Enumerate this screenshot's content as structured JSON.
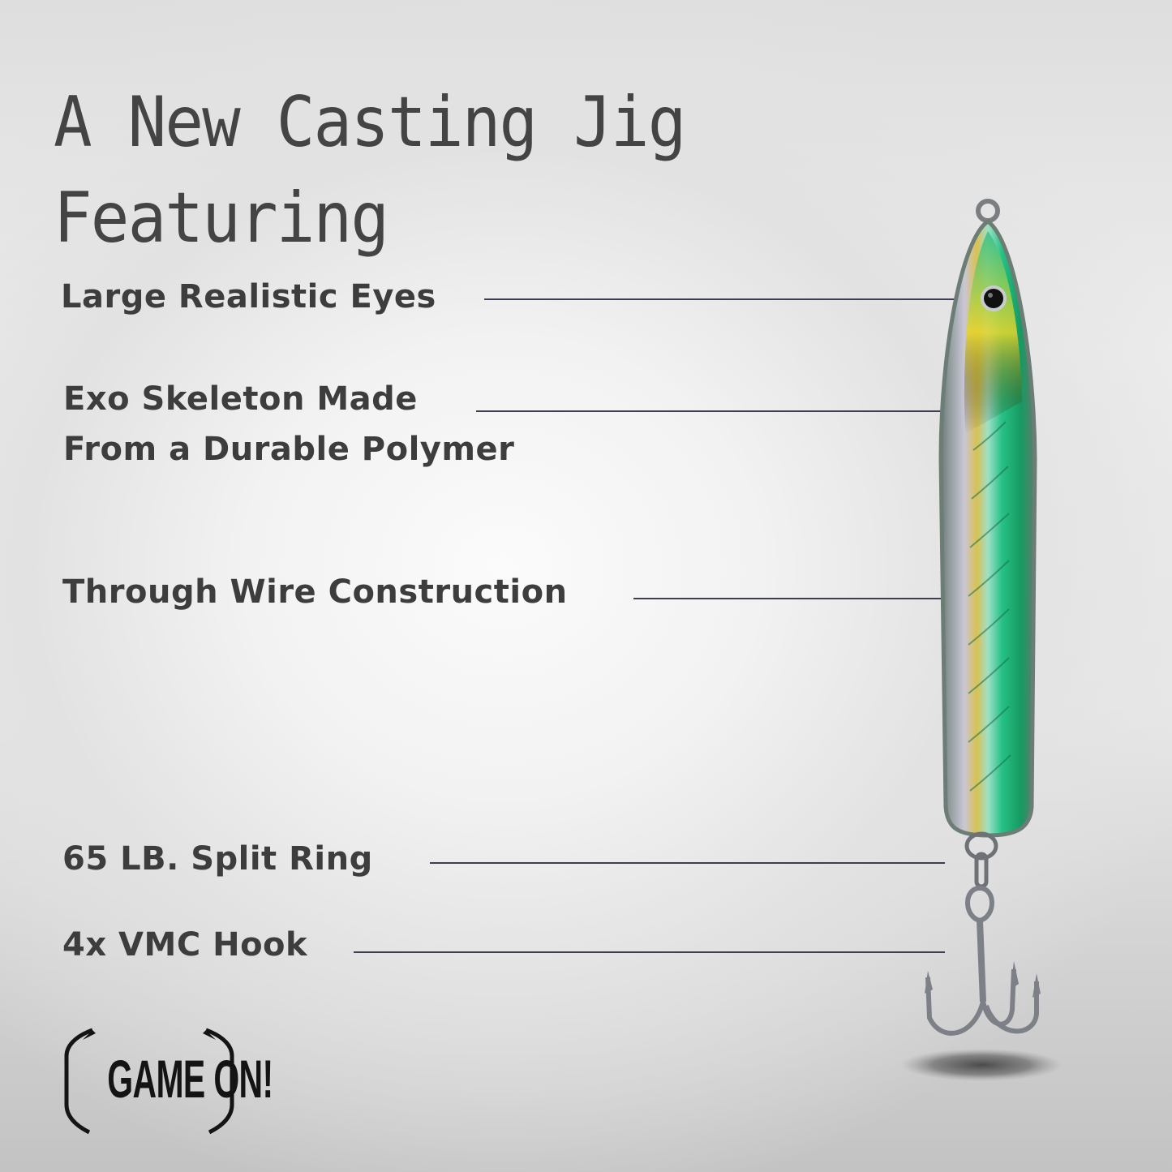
{
  "title": {
    "line1": "A New Casting Jig",
    "line2": "Featuring"
  },
  "features": [
    {
      "label_lines": [
        "Large Realistic Eyes"
      ],
      "target": "eye"
    },
    {
      "label_lines": [
        "Exo Skeleton Made",
        "From a Durable Polymer"
      ],
      "target": "body-shell"
    },
    {
      "label_lines": [
        "Through Wire Construction"
      ],
      "target": "body-edge"
    },
    {
      "label_lines": [
        "65 LB. Split Ring"
      ],
      "target": "split-ring"
    },
    {
      "label_lines": [
        "4x VMC Hook"
      ],
      "target": "treble-hook"
    }
  ],
  "brand": {
    "logo_text": "GAME ON!"
  },
  "colors": {
    "text": "#3d3d3d",
    "callout_line": "#3c3f52",
    "lure_green": "#1fa86a",
    "lure_yellow": "#e3c22a",
    "hook_gray": "#7d8087"
  }
}
